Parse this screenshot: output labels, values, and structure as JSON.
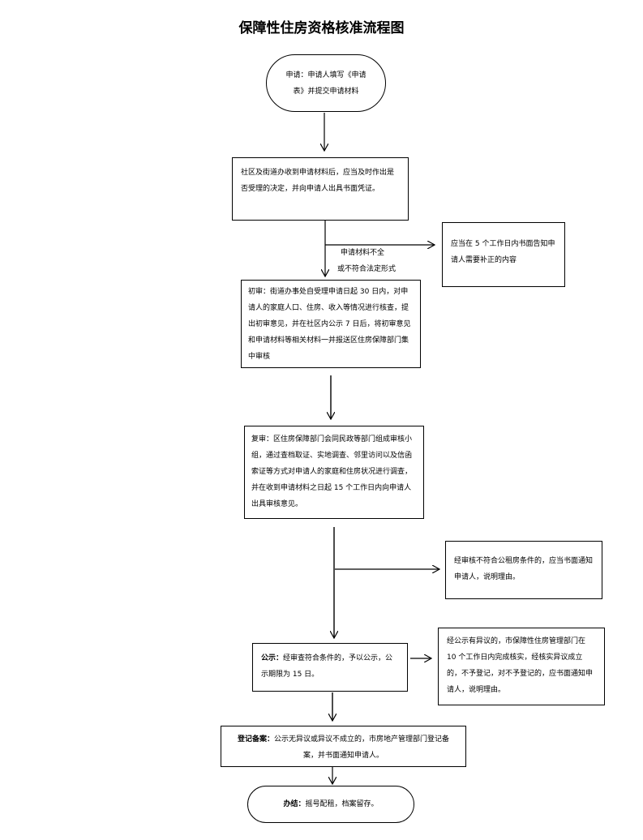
{
  "title": "保障性住房资格核准流程图",
  "start": {
    "text": "申请：申请人填写《申请表》并提交申请材料"
  },
  "receive": {
    "text": "社区及街道办收到申请材料后，应当及时作出是否受理的决定，并向申请人出具书面凭证。"
  },
  "incomplete": {
    "label_line1": "申请材料不全",
    "label_line2": "或不符合法定形式",
    "notice": "应当在 5 个工作日内书面告知申请人需要补正的内容"
  },
  "first_review": {
    "heading": "初审：",
    "text": "街道办事处自受理申请日起 30 日内，对申请人的家庭人口、住房、收入等情况进行核查，提出初审意见，并在社区内公示 7 日后，将初审意见和申请材料等相关材料一并报送区住房保障部门集中审核"
  },
  "second_review": {
    "heading": "复审：",
    "text": "区住房保障部门会同民政等部门组成审核小组，通过查档取证、实地调查、邻里访问以及信函索证等方式对申请人的家庭和住房状况进行调查，并在收到申请材料之日起 15 个工作日内向申请人出具审核意见。"
  },
  "reject": {
    "text": "经审核不符合公租房条件的，应当书面通知申请人，说明理由。"
  },
  "publicity": {
    "heading": "公示：",
    "text": "经审查符合条件的，予以公示，公示期限为 15 日。"
  },
  "objection": {
    "text": "经公示有异议的，市保障性住房管理部门在 10 个工作日内完成核实，经核实异议成立的，不予登记，对不予登记的，应书面通知申请人，说明理由。"
  },
  "register": {
    "heading": "登记备案：",
    "text": "公示无异议或异议不成立的，市房地产管理部门登记备案，并书面通知申请人。"
  },
  "finish": {
    "heading": "办结：",
    "text": "摇号配租，档案留存。"
  }
}
